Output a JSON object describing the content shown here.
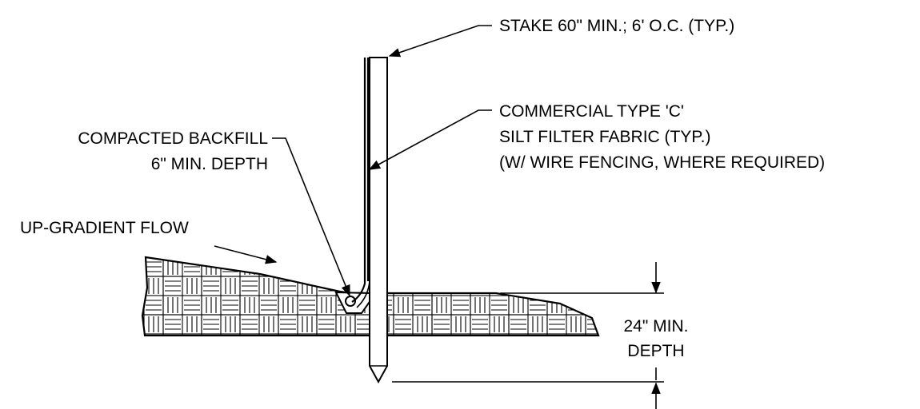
{
  "labels": {
    "stake": "STAKE 60\" MIN.; 6' O.C. (TYP.)",
    "fabric_line1": "COMMERCIAL TYPE 'C'",
    "fabric_line2": "SILT FILTER FABRIC (TYP.)",
    "fabric_line3": "(W/ WIRE FENCING, WHERE REQUIRED)",
    "backfill_line1": "COMPACTED BACKFILL",
    "backfill_line2": "6\" MIN. DEPTH",
    "flow": "UP-GRADIENT FLOW",
    "depth_line1": "24\" MIN.",
    "depth_line2": "DEPTH"
  },
  "colors": {
    "ink": "#000000",
    "background": "#ffffff"
  }
}
